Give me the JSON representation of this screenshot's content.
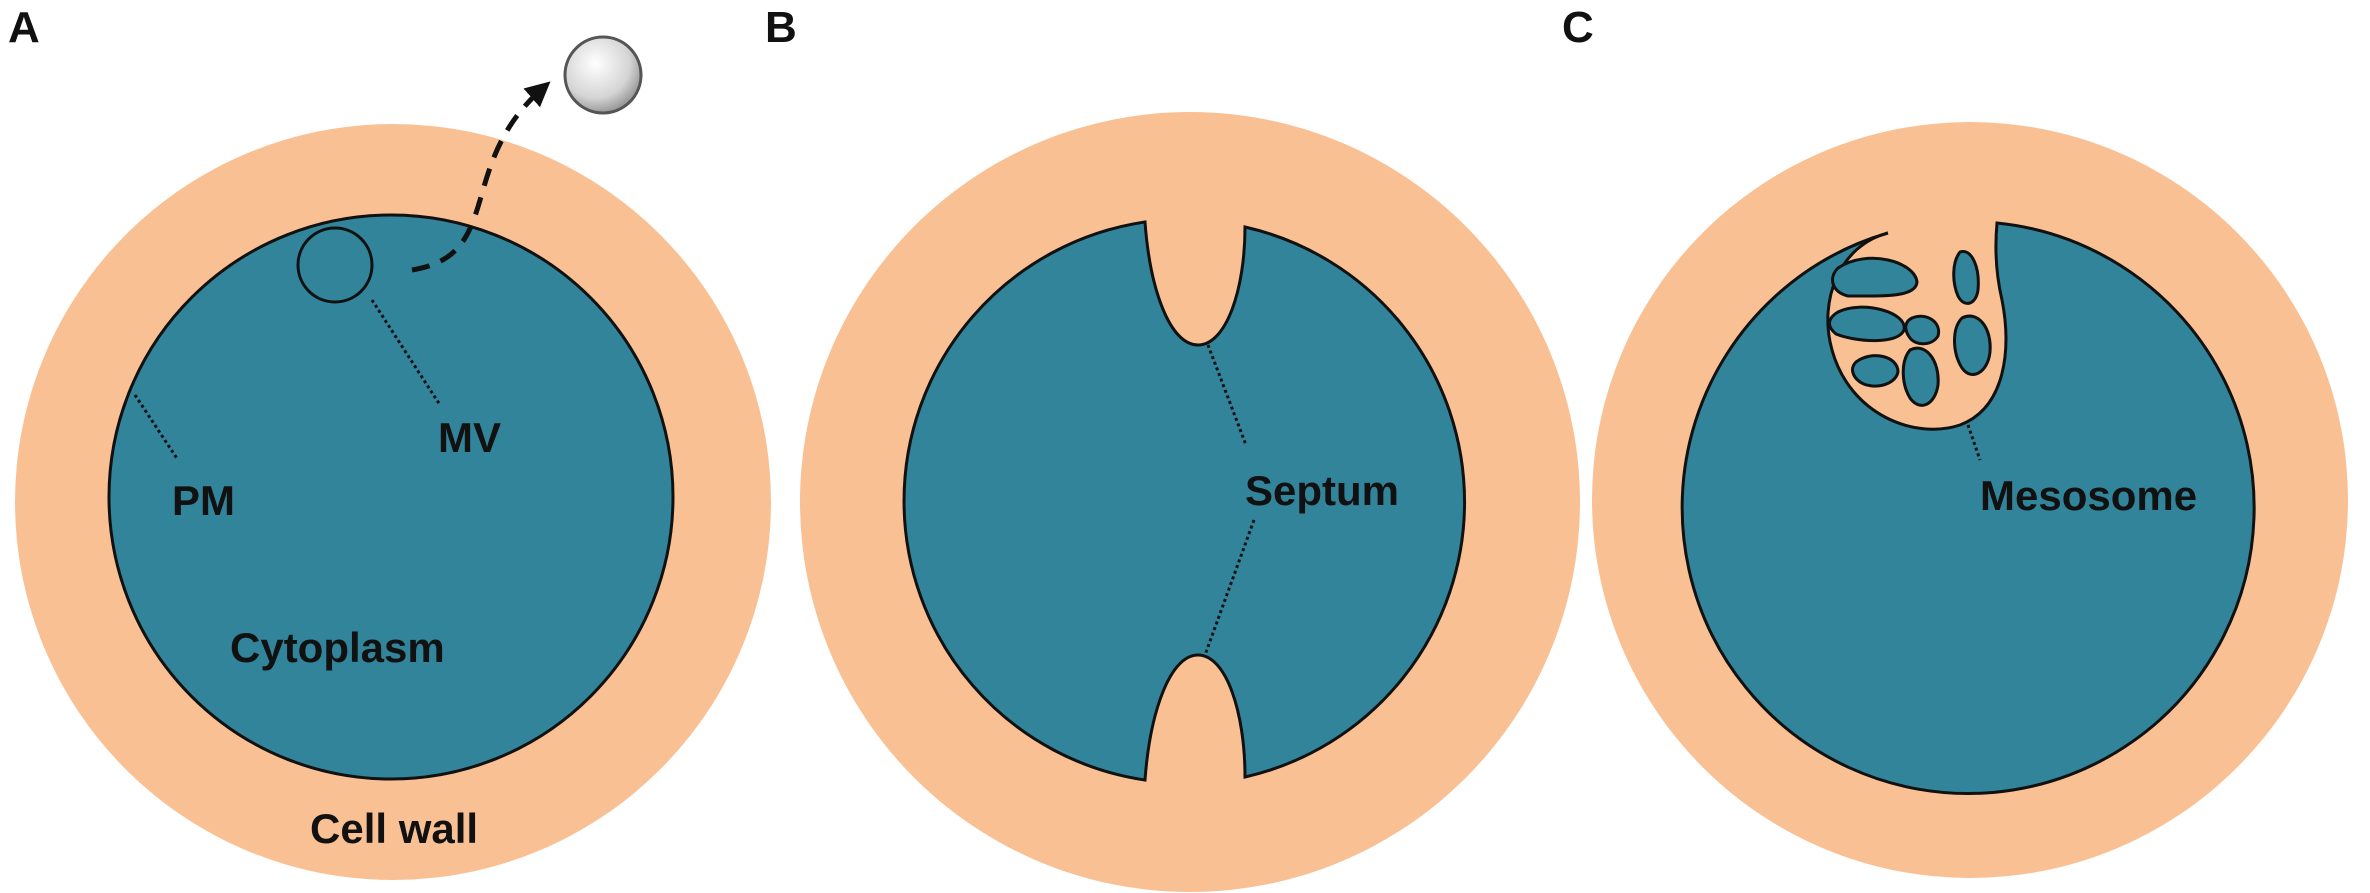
{
  "panels": [
    {
      "letter": "A"
    },
    {
      "letter": "B"
    },
    {
      "letter": "C"
    }
  ],
  "labels": {
    "pm": "PM",
    "mv": "MV",
    "cytoplasm": "Cytoplasm",
    "cell_wall": "Cell wall",
    "septum": "Septum",
    "mesosome": "Mesosome"
  },
  "colors": {
    "cell_wall": "#F9C094",
    "cytoplasm": "#32849B",
    "outline": "#111111",
    "vesicle": "#D9D9D9"
  }
}
